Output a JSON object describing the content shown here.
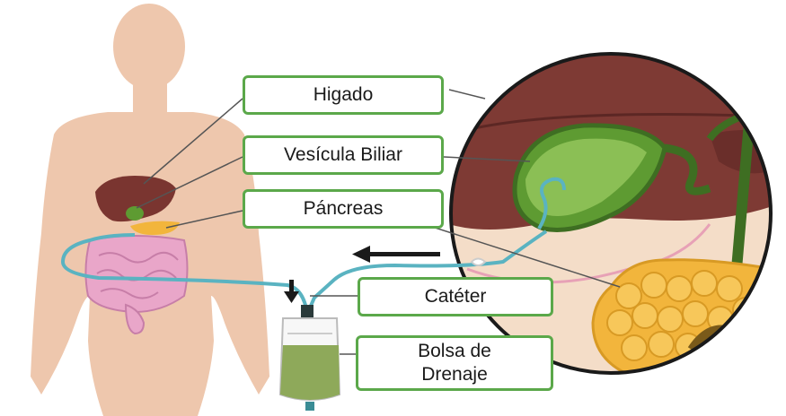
{
  "labels": {
    "liver": "Higado",
    "gallbladder": "Vesícula Biliar",
    "pancreas": "Páncreas",
    "catheter": "Catéter",
    "drain_bag_line1": "Bolsa de",
    "drain_bag_line2": "Drenaje"
  },
  "colors": {
    "label_border": "#5ba84a",
    "skin": "#eec7ad",
    "liver": "#7a3530",
    "gallbladder": "#5e9b32",
    "pancreas": "#f2b53c",
    "intestine": "#e9a6c9",
    "catheter": "#5ab3c1",
    "drainage_fluid": "#8ea95a"
  }
}
